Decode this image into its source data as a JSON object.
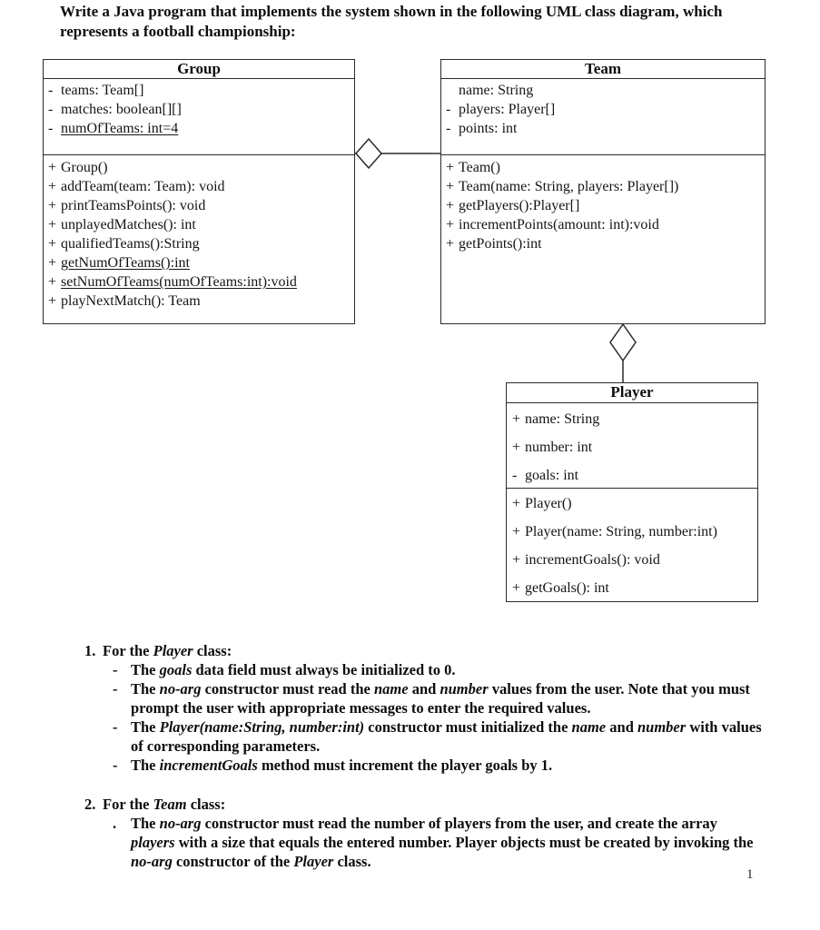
{
  "colors": {
    "ink": "#111111",
    "background": "#ffffff"
  },
  "page": {
    "title_lines": [
      "Write a Java program that implements the system shown in the following UML class diagram, which",
      "represents a football championship:"
    ],
    "page_number": "1"
  },
  "uml": {
    "connectors": [
      {
        "type": "aggregation",
        "owner": "Group",
        "part": "Team",
        "diamond_at": "Group"
      },
      {
        "type": "aggregation",
        "owner": "Team",
        "part": "Player",
        "diamond_at": "Team"
      }
    ],
    "classes": [
      {
        "name": "Group",
        "attributes": [
          {
            "m": "-",
            "t": "teams: Team[]"
          },
          {
            "m": "-",
            "t": "matches: boolean[][]"
          },
          {
            "m": "-",
            "t": "numOfTeams: int=4",
            "u": true
          }
        ],
        "methods": [
          {
            "m": "+",
            "t": "Group()"
          },
          {
            "m": "+",
            "t": "addTeam(team: Team): void"
          },
          {
            "m": "+",
            "t": "printTeamsPoints(): void"
          },
          {
            "m": "+",
            "t": "unplayedMatches(): int"
          },
          {
            "m": "+",
            "t": "qualifiedTeams():String"
          },
          {
            "m": "+",
            "t": "getNumOfTeams():int",
            "u": true
          },
          {
            "m": "+",
            "t": "setNumOfTeams(numOfTeams:int):void",
            "u": true
          },
          {
            "m": "+",
            "t": "playNextMatch(): Team"
          }
        ]
      },
      {
        "name": "Team",
        "attributes": [
          {
            "m": "",
            "t": "name: String"
          },
          {
            "m": "-",
            "t": "players: Player[]"
          },
          {
            "m": "-",
            "t": "points: int"
          }
        ],
        "methods": [
          {
            "m": "+",
            "t": "Team()"
          },
          {
            "m": "+",
            "t": "Team(name: String, players: Player[])"
          },
          {
            "m": "+",
            "t": "getPlayers():Player[]"
          },
          {
            "m": "+",
            "t": "incrementPoints(amount: int):void"
          },
          {
            "m": "+",
            "t": "getPoints():int"
          }
        ]
      },
      {
        "name": "Player",
        "attributes": [
          {
            "m": "+",
            "t": "name: String"
          },
          {
            "m": "+",
            "t": "number: int"
          },
          {
            "m": "-",
            "t": "goals: int"
          }
        ],
        "methods": [
          {
            "m": "+",
            "t": "Player()"
          },
          {
            "m": "+",
            "t": "Player(name: String, number:int)"
          },
          {
            "m": "+",
            "t": "incrementGoals(): void"
          },
          {
            "m": "+",
            "t": "getGoals(): int"
          }
        ]
      }
    ]
  },
  "instructions": [
    {
      "number": "1.",
      "heading": [
        {
          "t": "For the "
        },
        {
          "t": "Player",
          "i": true
        },
        {
          "t": " class:"
        }
      ],
      "bullets": [
        {
          "marker": "-",
          "segments": [
            {
              "t": "The "
            },
            {
              "t": "goals",
              "i": true
            },
            {
              "t": " data field must always be initialized to 0."
            }
          ]
        },
        {
          "marker": "-",
          "segments": [
            {
              "t": "The "
            },
            {
              "t": "no-arg",
              "i": true
            },
            {
              "t": " constructor must read the "
            },
            {
              "t": "name",
              "i": true
            },
            {
              "t": " and "
            },
            {
              "t": "number",
              "i": true
            },
            {
              "t": " values from the user. Note that you must prompt the user with appropriate messages to enter the required values."
            }
          ]
        },
        {
          "marker": "-",
          "segments": [
            {
              "t": "The "
            },
            {
              "t": "Player(name:String, number:int)",
              "i": true
            },
            {
              "t": " constructor must initialized the "
            },
            {
              "t": "name",
              "i": true
            },
            {
              "t": " and "
            },
            {
              "t": "number",
              "i": true
            },
            {
              "t": " with values of corresponding parameters."
            }
          ]
        },
        {
          "marker": "-",
          "segments": [
            {
              "t": "The "
            },
            {
              "t": "incrementGoals",
              "i": true
            },
            {
              "t": " method must increment the player goals by 1."
            }
          ]
        }
      ]
    },
    {
      "number": "2.",
      "heading": [
        {
          "t": "For the "
        },
        {
          "t": "Team",
          "i": true
        },
        {
          "t": " class:"
        }
      ],
      "bullets": [
        {
          "marker": ".",
          "segments": [
            {
              "t": "The "
            },
            {
              "t": "no-arg",
              "i": true
            },
            {
              "t": " constructor must read the number of players from the user, and create the array "
            },
            {
              "t": "players",
              "i": true
            },
            {
              "t": " with a size that equals the entered number. Player objects must be created by invoking the "
            },
            {
              "t": "no-arg",
              "i": true
            },
            {
              "t": " constructor of the "
            },
            {
              "t": "Player",
              "i": true
            },
            {
              "t": " class."
            }
          ]
        }
      ]
    }
  ]
}
